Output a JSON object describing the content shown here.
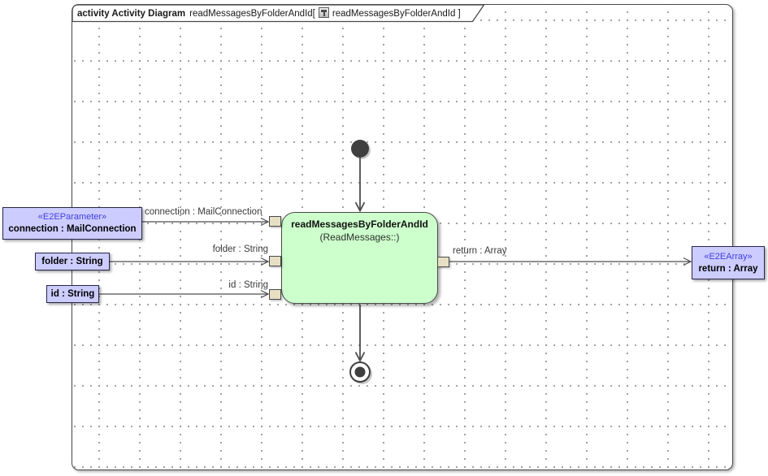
{
  "header": {
    "keyword": "activity Activity Diagram",
    "name": "readMessagesByFolderAndId[",
    "icon": "activity-diagram-icon",
    "ref": "readMessagesByFolderAndId ]"
  },
  "action": {
    "title": "readMessagesByFolderAndId",
    "subtitle": "(ReadMessages::)"
  },
  "inputs": [
    {
      "stereotype": "«E2EParameter»",
      "label": "connection : MailConnection",
      "edge_label": "connection : MailConnection"
    },
    {
      "label": "folder : String",
      "edge_label": "folder : String"
    },
    {
      "label": "id : String",
      "edge_label": "id : String"
    }
  ],
  "output": {
    "stereotype": "«E2EArray»",
    "label": "return : Array",
    "edge_label": "return : Array"
  },
  "nodes": {
    "initial_node": "initial",
    "final_node": "activity-final"
  },
  "colors": {
    "action_fill": "#ccffcc",
    "object_box_fill": "#ccccff",
    "pin_fill": "#e6dfc4",
    "stereotype_text": "#4040e0",
    "edge_stroke": "#4d4d4d",
    "grid_dot": "#999999"
  }
}
